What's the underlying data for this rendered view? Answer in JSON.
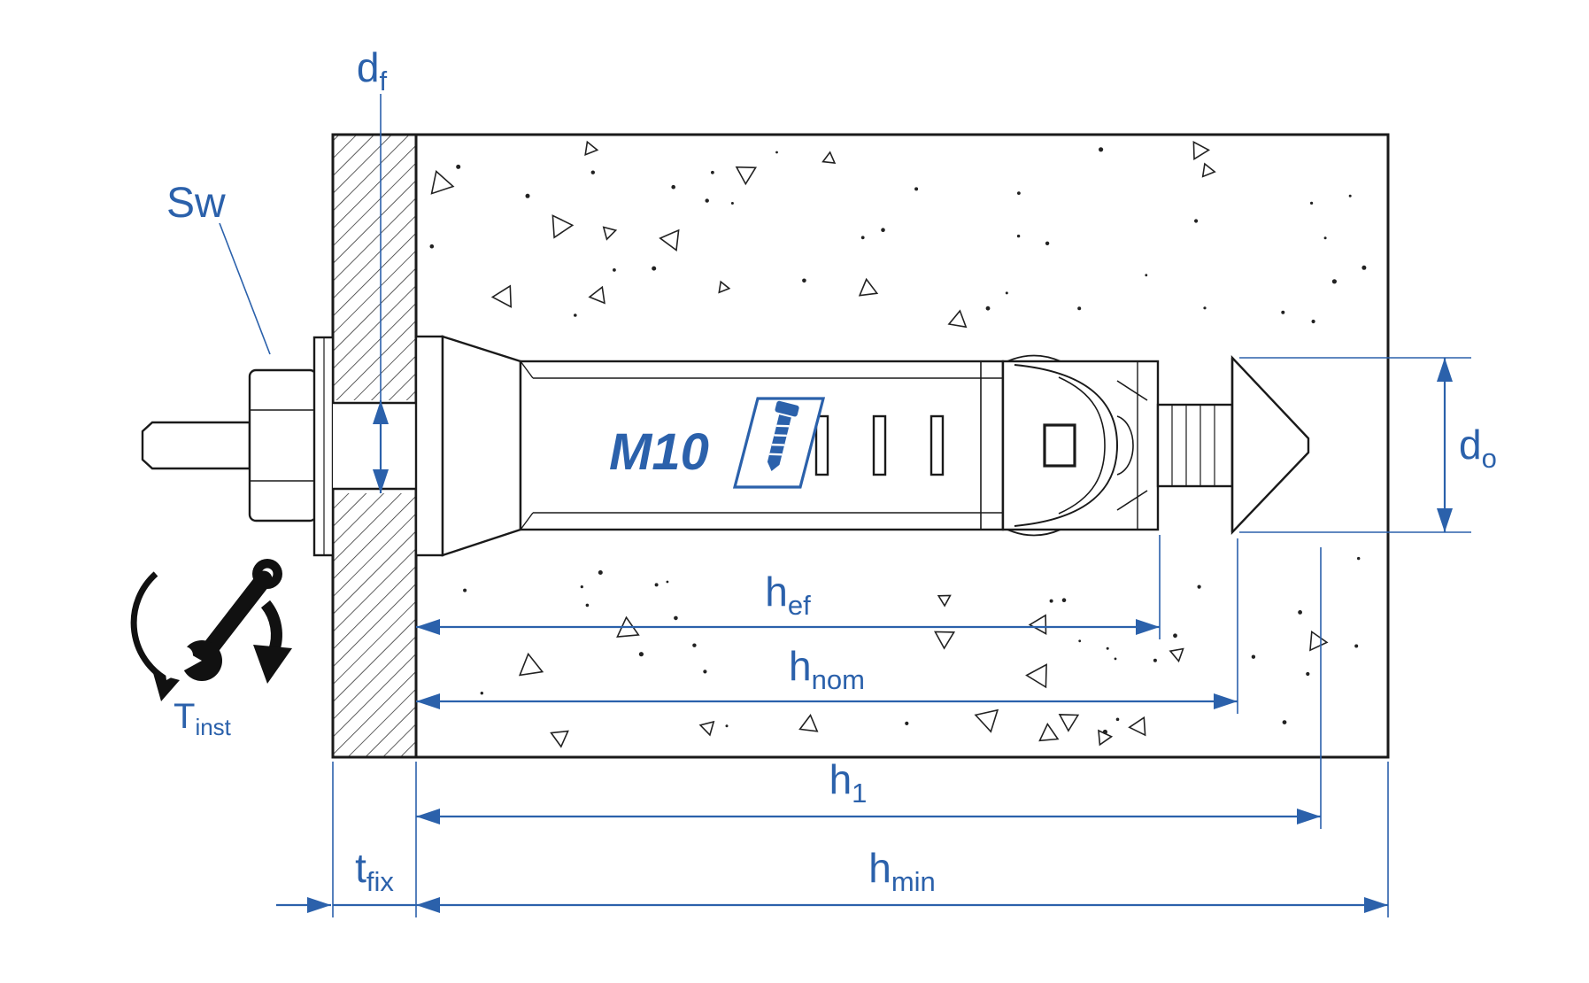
{
  "diagram": {
    "type": "anchor-bolt-installation-cross-section",
    "product_label": "M10",
    "colors": {
      "dimension_blue": "#2b61ab",
      "line_black": "#1a1a1a"
    },
    "labels": {
      "sw": {
        "main": "Sw",
        "sub": ""
      },
      "df": {
        "main": "d",
        "sub": "f"
      },
      "do": {
        "main": "d",
        "sub": "o"
      },
      "hef": {
        "main": "h",
        "sub": "ef"
      },
      "hnom": {
        "main": "h",
        "sub": "nom"
      },
      "h1": {
        "main": "h",
        "sub": "1"
      },
      "hmin": {
        "main": "h",
        "sub": "min"
      },
      "tfix": {
        "main": "t",
        "sub": "fix"
      },
      "tinst": {
        "main": "T",
        "sub": "inst"
      }
    },
    "icons": [
      {
        "name": "torque-wrench-icon",
        "meaning": "installation torque"
      },
      {
        "name": "brand-logo-icon",
        "meaning": "screw logo next to product size"
      }
    ]
  }
}
